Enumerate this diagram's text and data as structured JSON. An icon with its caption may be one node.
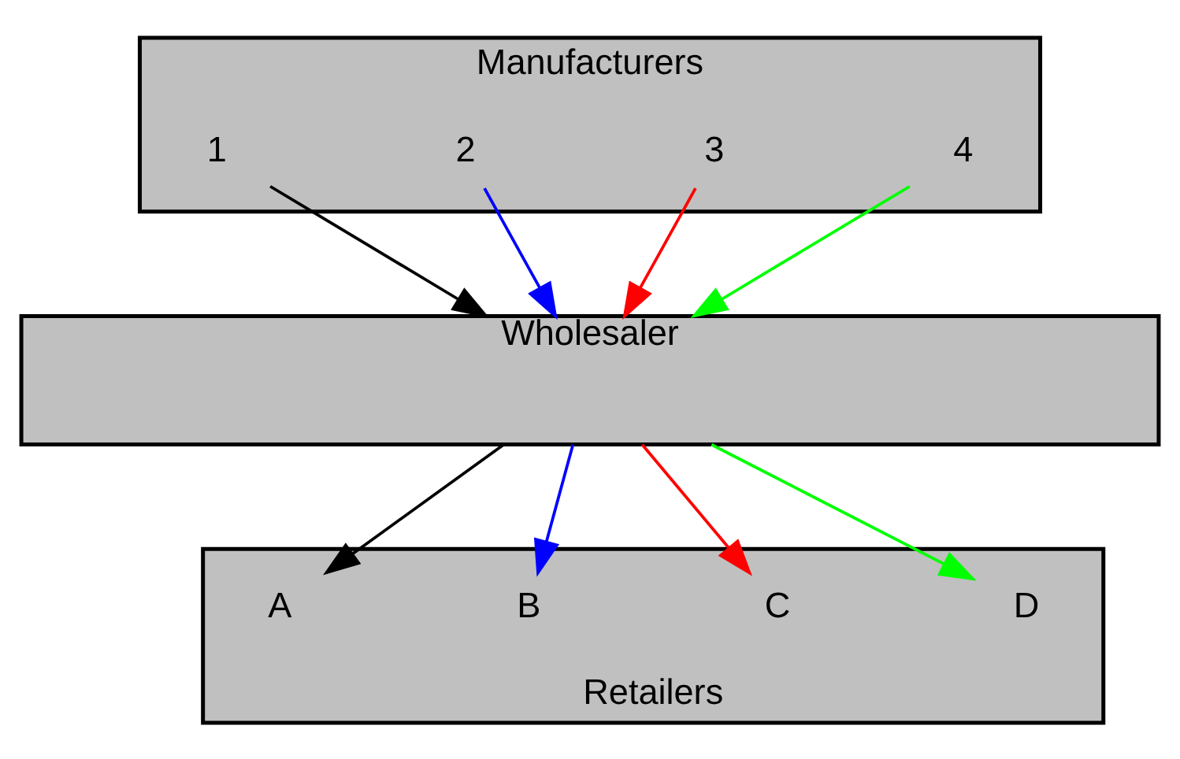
{
  "diagram": {
    "nodes": [
      {
        "text": [
          "Manufacturers"
        ]
      },
      {
        "text": [
          "1"
        ],
        "in": 0
      },
      {
        "text": [
          "2"
        ],
        "in": 0
      },
      {
        "text": [
          "3"
        ],
        "in": 0
      },
      {
        "text": [
          "4"
        ],
        "in": 0
      },
      {
        "text": [
          "Wholesaler"
        ]
      },
      {
        "text": [
          "Retailers"
        ]
      },
      {
        "text": [
          "A"
        ],
        "in": 6
      },
      {
        "text": [
          "B"
        ],
        "in": 6
      },
      {
        "text": [
          "C"
        ],
        "in": 6
      },
      {
        "text": [
          "D"
        ],
        "in": 6
      }
    ],
    "edges": [
      {
        "from": 1,
        "to": 5,
        "arrow": "to"
      },
      {
        "from": 2,
        "to": 5,
        "arrow": "to",
        "color": "#0000ff"
      },
      {
        "from": 3,
        "to": 5,
        "arrow": "to",
        "color": "#ff0000"
      },
      {
        "from": 4,
        "to": 5,
        "arrow": "to",
        "color": "#00ff00"
      },
      {
        "from": 5,
        "to": 7,
        "arrow": "to"
      },
      {
        "from": 5,
        "to": 8,
        "arrow": "to",
        "color": "#0000ff"
      },
      {
        "from": 5,
        "to": 9,
        "arrow": "to",
        "color": "#ff0000"
      },
      {
        "from": 5,
        "to": 10,
        "arrow": "to",
        "color": "#00ff00"
      }
    ]
  }
}
